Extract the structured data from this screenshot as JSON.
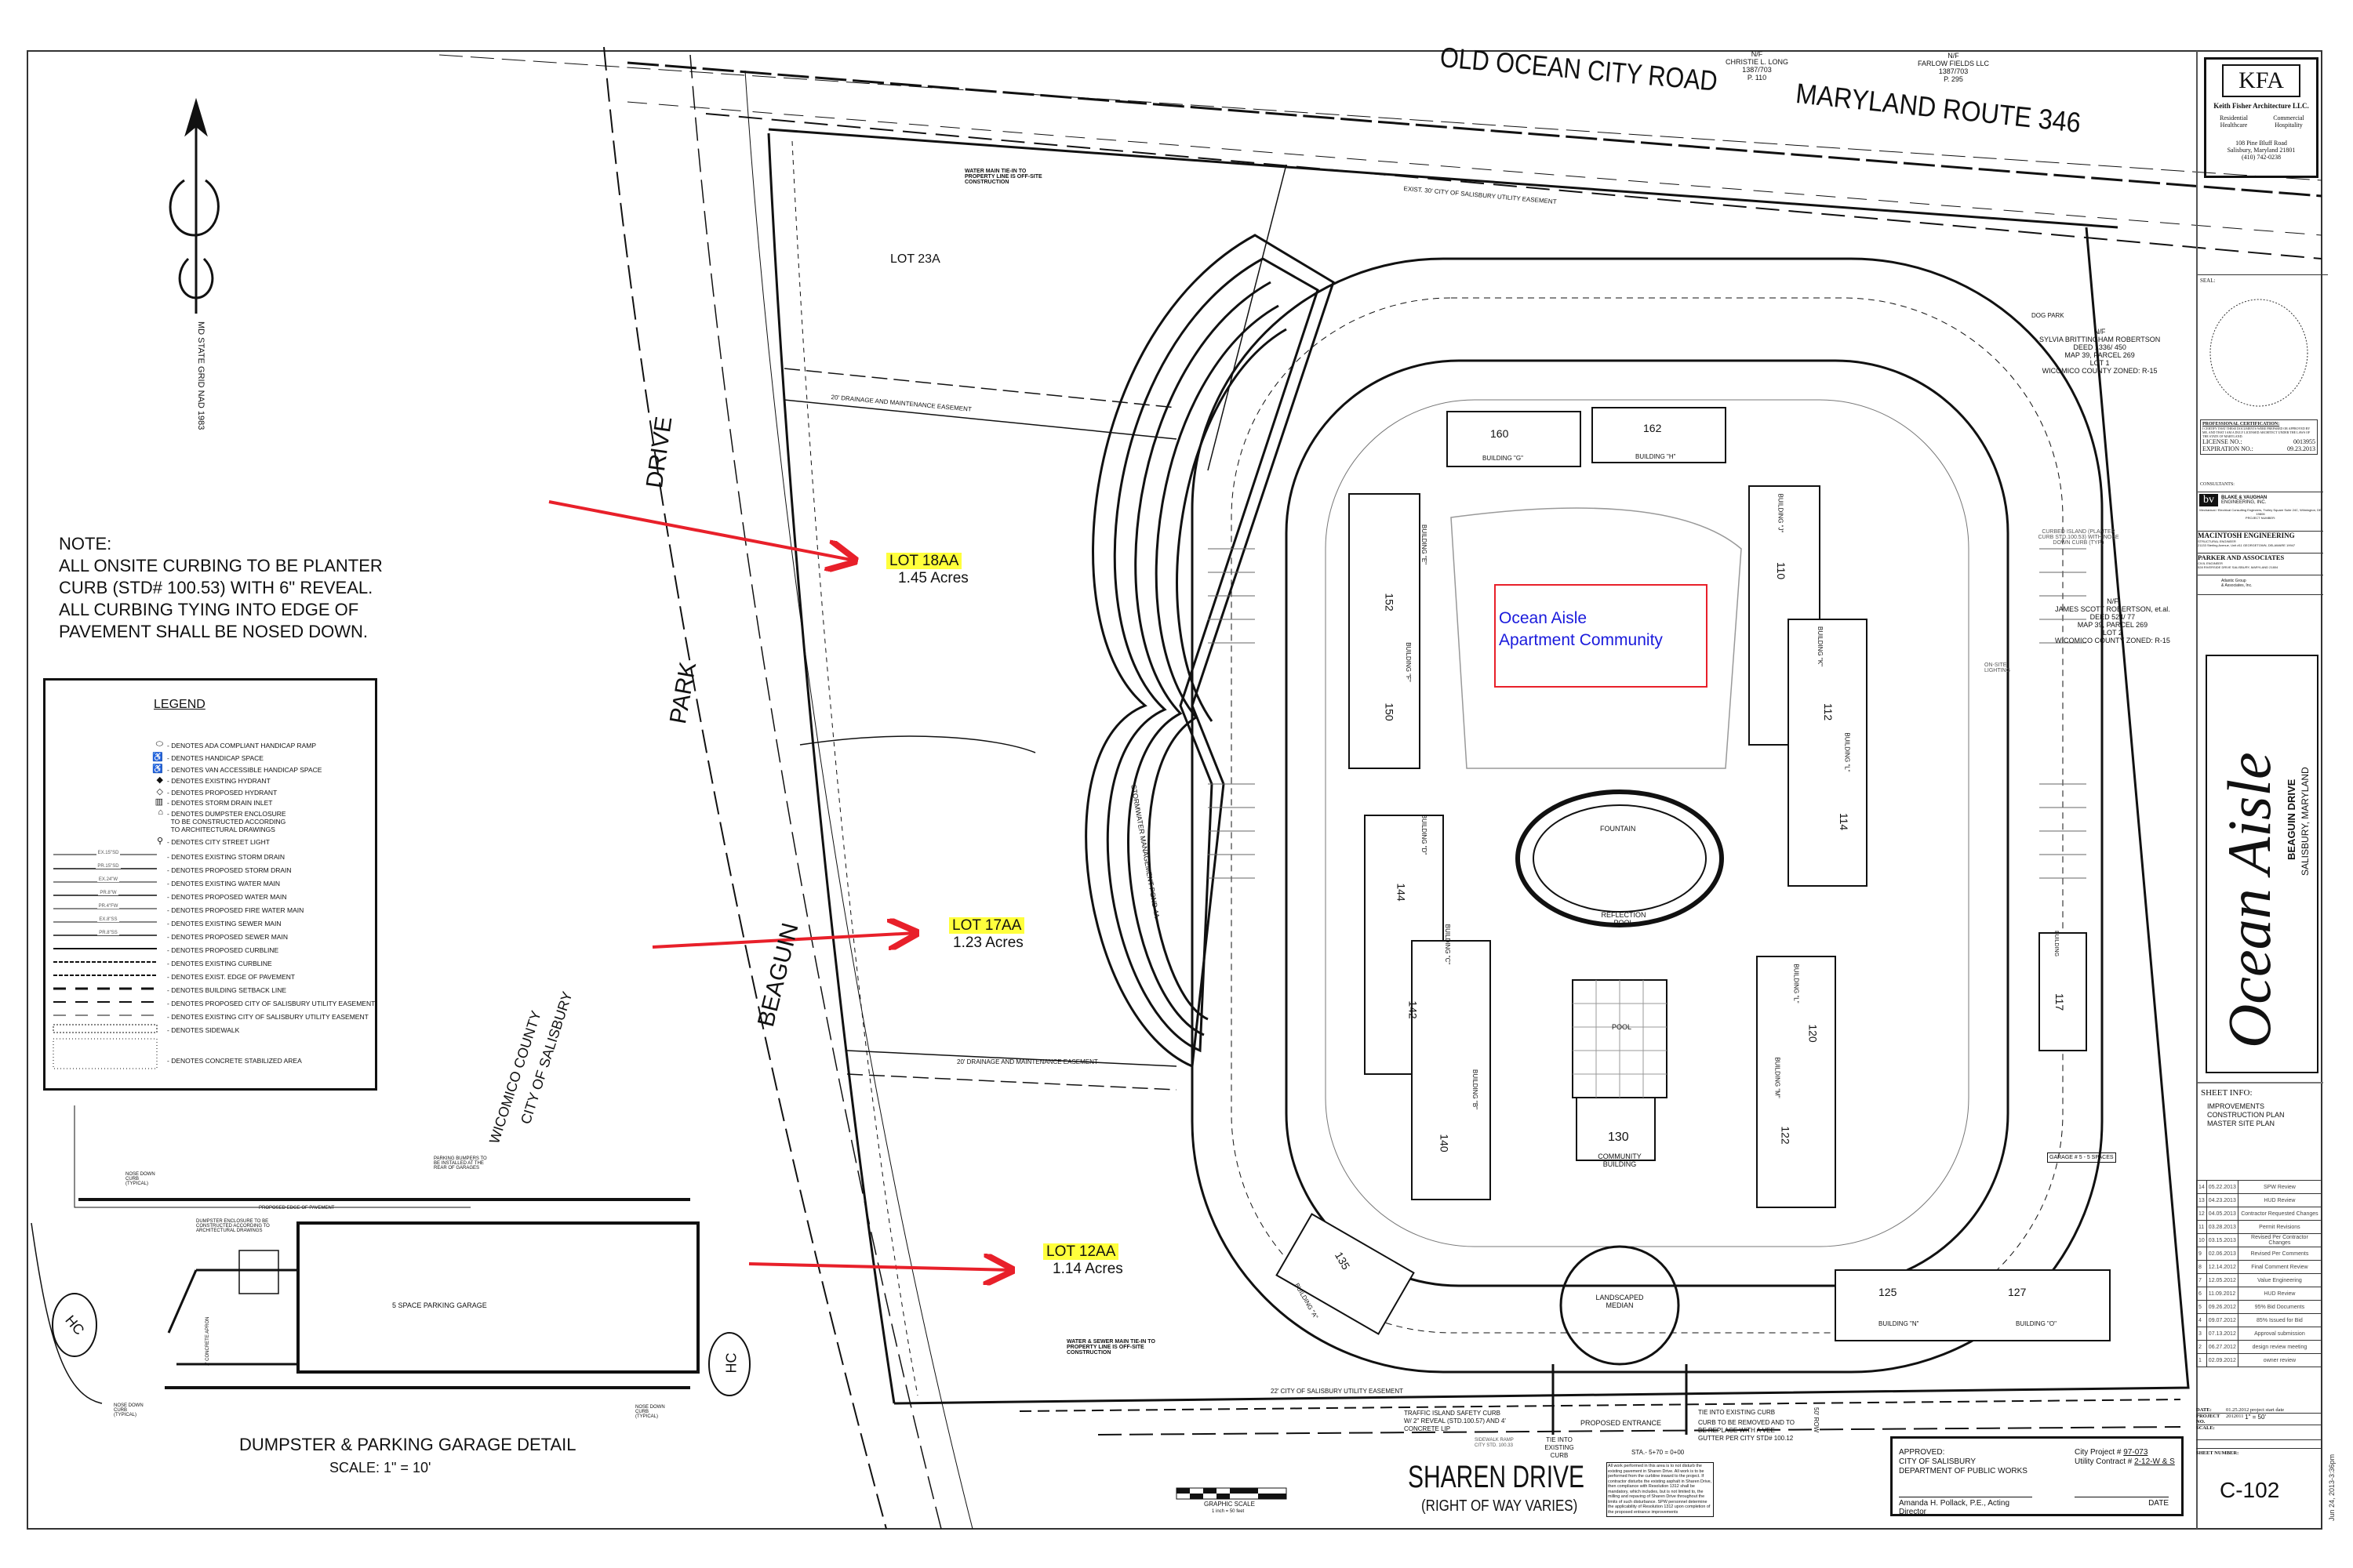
{
  "roads": {
    "old_ocean_city_road": "OLD OCEAN CITY ROAD",
    "maryland_route": "MARYLAND ROUTE 346",
    "drive": "DRIVE",
    "park": "PARK",
    "beaguin": "BEAGUIN",
    "city_of_salisbury": "CITY OF SALISBURY",
    "wicomico_county": "WICOMICO COUNTY",
    "sharen_drive": "SHAREN DRIVE",
    "right_of_way": "(RIGHT OF WAY VARIES)"
  },
  "north_arrow": {
    "grid_label": "MD STATE GRID NAD 1983"
  },
  "neighbors": [
    {
      "lines": [
        "N/F",
        "CHRISTIE L. LONG",
        "1387/703",
        "P. 110"
      ]
    },
    {
      "lines": [
        "N/F",
        "FARLOW FIELDS LLC",
        "1387/703",
        "P. 295"
      ]
    },
    {
      "lines": [
        "N/F",
        "SYLVIA BRITTINGHAM ROBERTSON",
        "DEED 1336/ 450",
        "MAP 39, PARCEL 269",
        "LOT 1",
        "WICOMICO COUNTY ZONED:  R-15"
      ]
    },
    {
      "lines": [
        "N/F",
        "JAMES SCOTT ROBERTSON, et.al.",
        "DEED 524/ 77",
        "MAP 39, PARCEL 269",
        "LOT 2",
        "WICOMICO COUNTY ZONED:  R-15"
      ]
    }
  ],
  "note": {
    "title": "NOTE:",
    "lines": [
      "ALL ONSITE CURBING TO BE PLANTER",
      "CURB (STD# 100.53) WITH 6\" REVEAL.",
      "ALL CURBING TYING INTO EDGE OF",
      "PAVEMENT SHALL BE NOSED DOWN."
    ]
  },
  "lots": [
    {
      "label": "LOT 18AA",
      "area": "1.45 Acres"
    },
    {
      "label": "LOT 17AA",
      "area": "1.23 Acres"
    },
    {
      "label": "LOT 12AA",
      "area": "1.14 Acres"
    }
  ],
  "lot_23a": "LOT 23A",
  "community_label": [
    "Ocean Aisle",
    "Apartment Community"
  ],
  "site_labels": {
    "fountain": "FOUNTAIN",
    "reflection_pool": "REFLECTION POOL",
    "pool": "POOL",
    "community_building": "COMMUNITY BUILDING",
    "community_number": "130",
    "landscaped_median": "LANDSCAPED MEDIAN",
    "dog_park": "DOG PARK",
    "stormwater_pond": "STORMWATER MANAGEMENT POND 4A",
    "drainage_easement_top": "20' DRAINAGE AND MAINTENANCE EASEMENT",
    "drainage_easement_bottom": "20' DRAINAGE AND MAINTENANCE EASEMENT",
    "utility_easement_top": "EXIST. 30' CITY OF SALISBURY UTILITY EASEMENT",
    "utility_easement_bottom": "22' CITY OF SALISBURY UTILITY EASEMENT",
    "water_main_top": "WATER MAIN TIE-IN TO PROPERTY LINE IS OFF-SITE CONSTRUCTION",
    "water_sewer_bottom": "WATER & SEWER MAIN TIE-IN TO PROPERTY LINE IS OFF-SITE CONSTRUCTION",
    "curbed_island": "CURBED ISLAND (PLANTER CURB STD.100.53) WITH NOSE DOWN CURB (TYP.)",
    "onsite_lighting": "ON-SITE LIGHTING",
    "garage_5": "GARAGE # 5 - 5 SPACES"
  },
  "buildings": [
    {
      "name": "BUILDING \"G\"",
      "number": "160"
    },
    {
      "name": "BUILDING \"H\"",
      "number": "162"
    },
    {
      "name": "BUILDING \"E\"",
      "number": "152"
    },
    {
      "name": "BUILDING \"F\"",
      "number": "150"
    },
    {
      "name": "BUILDING \"J\"",
      "number": "110"
    },
    {
      "name": "BUILDING \"K\"",
      "number": "112"
    },
    {
      "name": "BUILDING \"L\"",
      "number": "114"
    },
    {
      "name": "BUILDING \"D\"",
      "number": "144"
    },
    {
      "name": "BUILDING \"C\"",
      "number": "142"
    },
    {
      "name": "BUILDING \"B\"",
      "number": "140"
    },
    {
      "name": "BUILDING \"L\"",
      "number": "120"
    },
    {
      "name": "BUILDING \"M\"",
      "number": "122"
    },
    {
      "name": "BUILDING \"A\"",
      "number": "135"
    },
    {
      "name": "BUILDING \"N\"",
      "number": "125"
    },
    {
      "name": "BUILDING \"O\"",
      "number": "127"
    },
    {
      "name": "BUILDING",
      "number": "117"
    }
  ],
  "entrance": {
    "traffic_island": "TRAFFIC ISLAND SAFETY CURB W/ 2\" REVEAL (STD.100.57) AND 4' CONCRETE LIP",
    "sidewalk_ramp": "SIDEWALK RAMP CITY STD. 100.33",
    "tie_into": "TIE INTO EXISTING CURB",
    "proposed_entrance": "PROPOSED ENTRANCE",
    "tie_into_existing": "TIE INTO EXISTING CURB",
    "curb_removed": "CURB TO BE REMOVED AND TO BE REPLACE WITH A VEE GUTTER PER CITY STD# 100.12",
    "station": "STA.- 5+70 = 0+00",
    "row": "50' ROW",
    "disturbance_note": "All work performed in this area is to not disturb the existing pavement in Sharen Drive.  All work is to be performed from the curbline inward to the project.  If contractor disturbs the existing asphalt in Sharen Drive, then compliance with Resolution 1312 shall be mandatory, which includes, but is not limited to, the milling and repaving of Sharen Drive throughout the limits of such disturbance. SPW personnel determine the applicability of Resolution 1312 upon completion of the proposed entrance improvements"
  },
  "approval": {
    "approved": "APPROVED:",
    "city": "CITY OF SALISBURY",
    "dept": "DEPARTMENT OF PUBLIC WORKS",
    "city_project_label": "City Project #",
    "city_project": "97-073",
    "utility_contract_label": "Utility Contract #",
    "utility_contract": "2-12-W & S",
    "signatory": "Amanda H. Pollack, P.E., Acting Director",
    "date_label": "DATE"
  },
  "graphic_scale": {
    "label": "GRAPHIC SCALE",
    "sub": "1 inch = 50 feet"
  },
  "legend": {
    "title": "LEGEND",
    "items": [
      {
        "symbol": "hc-ramp",
        "sample": "HC",
        "text": "- DENOTES ADA COMPLIANT HANDICAP RAMP"
      },
      {
        "symbol": "handicap",
        "sample": "",
        "text": "- DENOTES HANDICAP SPACE"
      },
      {
        "symbol": "van-handicap",
        "sample": "",
        "text": "- DENOTES VAN ACCESSIBLE HANDICAP SPACE"
      },
      {
        "symbol": "existing-hydrant",
        "sample": "",
        "text": "- DENOTES EXISTING HYDRANT"
      },
      {
        "symbol": "proposed-hydrant",
        "sample": "",
        "text": "- DENOTES PROPOSED HYDRANT"
      },
      {
        "symbol": "storm-inlet",
        "sample": "",
        "text": "- DENOTES STORM DRAIN INLET"
      },
      {
        "symbol": "dumpster",
        "sample": "",
        "text": "- DENOTES DUMPSTER ENCLOSURE\n  TO BE CONSTRUCTED ACCORDING\n  TO ARCHITECTURAL DRAWINGS"
      },
      {
        "symbol": "street-light",
        "sample": "",
        "text": "- DENOTES CITY STREET LIGHT"
      },
      {
        "symbol": "line",
        "sample": "EX.15\"SD",
        "text": "- DENOTES EXISTING STORM DRAIN"
      },
      {
        "symbol": "line",
        "sample": "PR.15\"SD",
        "text": "- DENOTES PROPOSED STORM DRAIN"
      },
      {
        "symbol": "line",
        "sample": "EX.24\"W",
        "text": "- DENOTES EXISTING WATER MAIN"
      },
      {
        "symbol": "line",
        "sample": "PR.8\"W",
        "text": "- DENOTES PROPOSED WATER MAIN"
      },
      {
        "symbol": "line",
        "sample": "PR.4\"FW",
        "text": "- DENOTES PROPOSED FIRE WATER MAIN"
      },
      {
        "symbol": "line",
        "sample": "EX.8\"SS",
        "text": "- DENOTES EXISTING SEWER MAIN"
      },
      {
        "symbol": "line",
        "sample": "PR.8\"SS",
        "text": "- DENOTES PROPOSED SEWER MAIN"
      },
      {
        "symbol": "solid",
        "sample": "",
        "text": "- DENOTES PROPOSED CURBLINE"
      },
      {
        "symbol": "dash-fine",
        "sample": "",
        "text": "- DENOTES EXISTING CURBLINE"
      },
      {
        "symbol": "dash-fine",
        "sample": "",
        "text": "- DENOTES EXIST. EDGE OF PAVEMENT"
      },
      {
        "symbol": "dash-long",
        "sample": "",
        "text": "- DENOTES BUILDING SETBACK LINE"
      },
      {
        "symbol": "dash-long",
        "sample": "",
        "text": "- DENOTES PROPOSED CITY OF SALISBURY UTILITY EASEMENT"
      },
      {
        "symbol": "dash-thin",
        "sample": "",
        "text": "- DENOTES EXISTING CITY OF SALISBURY UTILITY EASEMENT"
      },
      {
        "symbol": "sidewalk",
        "sample": "",
        "text": "- DENOTES SIDEWALK"
      },
      {
        "symbol": "concrete",
        "sample": "",
        "text": "- DENOTES CONCRETE STABILIZED AREA"
      }
    ]
  },
  "detail": {
    "title": "DUMPSTER & PARKING GARAGE DETAIL",
    "scale": "SCALE: 1\" = 10'",
    "garage": "5 SPACE PARKING GARAGE",
    "dumpster_note": "DUMPSTER ENCLOSURE TO BE CONSTRUCTED ACCORDING TO ARCHITECTURAL DRAWINGS",
    "bumpers": "PARKING BUMPERS TO BE INSTALLED AT THE REAR OF GARAGES",
    "edge": "PROPOSED EDGE OF PAVEMENT",
    "apron": "2' CONCRETE APRON",
    "nose_down": "NOSE DOWN CURB (TYPICAL)",
    "hc": "HC"
  },
  "title_block": {
    "logo": "KFA",
    "firm": "Keith Fisher Architecture LLC.",
    "services": [
      "Residential",
      "Commercial",
      "Healthcare",
      "Hospitality"
    ],
    "address": [
      "108 Pine Bluff Road",
      "Salisbury, Maryland 21801",
      "(410) 742-0238"
    ],
    "seal_label": "SEAL:",
    "certification_title": "PROFESSIONAL CERTIFICATION:",
    "certification_text": "I CERTIFY THAT THESE DOCUMENTS WERE PREPARED OR APPROVED BY ME, AND THAT I AM A DULY LICENSED ARCHITECT UNDER THE LAWS OF THE STATE OF MARYLAND.",
    "license_label": "LICENSE NO.:",
    "license": "0013955",
    "expiration_label": "EXPIRATION NO.:",
    "expiration": "09.23.2013",
    "consultants_label": "CONSULTANTS:",
    "consultants": [
      {
        "name": "BLAKE & VAUGHAN",
        "sub": "ENGINEERING, INC.",
        "detail": "Mechanical / Electrical Consulting Engineers, Trolley Square Suite 24C, Wilmington, DE 19806"
      },
      {
        "name": "MACINTOSH ENGINEERING",
        "sub": "STRUCTURAL ENGINEER",
        "detail": "21133 Sterling Avenue, Unit #11 GEORGETOWN, DELAWARE 19947"
      },
      {
        "name": "PARKER AND ASSOCIATES",
        "sub": "CIVIL ENGINEER",
        "detail": "528 RIVERSIDE DRIVE SALISBURY, MARYLAND 21804"
      },
      {
        "name": "Atlantic Group",
        "sub": "& Associates, Inc.",
        "detail": ""
      }
    ],
    "project_number_label": "PROJECT NUMBER:",
    "project_title": "Ocean Aisle",
    "project_street": "BEAGUIN DRIVE",
    "project_city": "SALISBURY, MARYLAND",
    "sheet_info_label": "SHEET INFO:",
    "sheet_info": [
      "IMPROVEMENTS",
      "CONSTRUCTION PLAN",
      "MASTER SITE PLAN"
    ],
    "revisions": [
      {
        "no": "14",
        "date": "05.22.2013",
        "desc": "SPW Review"
      },
      {
        "no": "13",
        "date": "04.23.2013",
        "desc": "HUD Review"
      },
      {
        "no": "12",
        "date": "04.05.2013",
        "desc": "Contractor Requested Changes"
      },
      {
        "no": "11",
        "date": "03.28.2013",
        "desc": "Permit Revisions"
      },
      {
        "no": "10",
        "date": "03.15.2013",
        "desc": "Revised Per Contractor Changes"
      },
      {
        "no": "9",
        "date": "02.06.2013",
        "desc": "Revised Per Comments"
      },
      {
        "no": "8",
        "date": "12.14.2012",
        "desc": "Final Comment Review"
      },
      {
        "no": "7",
        "date": "12.05.2012",
        "desc": "Value Engineering"
      },
      {
        "no": "6",
        "date": "11.09.2012",
        "desc": "HUD Review"
      },
      {
        "no": "5",
        "date": "09.26.2012",
        "desc": "95% Bid Documents"
      },
      {
        "no": "4",
        "date": "09.07.2012",
        "desc": "85% Issued for Bid"
      },
      {
        "no": "3",
        "date": "07.13.2012",
        "desc": "Approval submission"
      },
      {
        "no": "2",
        "date": "06.27.2012",
        "desc": "design review meeting"
      },
      {
        "no": "1",
        "date": "02.09.2012",
        "desc": "owner review"
      }
    ],
    "date_label": "DATE:",
    "date": "01.25.2012 project start date",
    "project_no_label": "PROJECT NO.",
    "project_no": "2012011",
    "scale_value": "1\" = 50'",
    "scale_label": "SCALE:",
    "sheet_number_label": "SHEET NUMBER:",
    "sheet_number": "C-102",
    "timestamp": "Jun 24, 2013-3:36pm"
  },
  "colors": {
    "arrow": "#e8202a",
    "highlight": "#ffff3c",
    "community_text": "#1a1adc",
    "community_box": "#e8202a"
  }
}
